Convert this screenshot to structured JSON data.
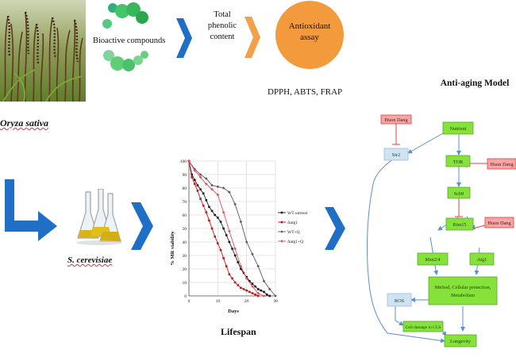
{
  "top_row": {
    "bioactive_label": "Bioactive compounds",
    "phenolic_label": [
      "Total",
      "phenolic",
      "content"
    ],
    "antioxidant_label": [
      "Antioxidant",
      "assay"
    ],
    "assays_label": "DPPH, ABTS, FRAP",
    "plant_label": "Oryza sativa",
    "colors": {
      "blue_chevron": "#1f6fc6",
      "orange_chevron": "#f2a04a",
      "antioxidant_circle": "#f39a3c",
      "bubbles": "#3ec26f"
    }
  },
  "middle_row": {
    "yeast_label": "S. cerevisiae",
    "lifespan_label": "Lifespan"
  },
  "chart_data": {
    "type": "line",
    "ylabel": "% MR viability",
    "xlabel": "Days",
    "xlim": [
      0,
      30
    ],
    "ylim": [
      0,
      100
    ],
    "xticks": [
      0,
      10,
      20,
      30
    ],
    "yticks": [
      0,
      10,
      20,
      30,
      40,
      50,
      60,
      70,
      80,
      90,
      100
    ],
    "grid": true,
    "legend_position": "right",
    "series": [
      {
        "name": "WT untreat",
        "color": "#1a1a1a",
        "marker": "square",
        "x": [
          0,
          1,
          2,
          3,
          4,
          5,
          6,
          7,
          8,
          9,
          10,
          11,
          12,
          13,
          14,
          15,
          16,
          17,
          18,
          19,
          20,
          21,
          22,
          23,
          24,
          25,
          26,
          27,
          28
        ],
        "y": [
          100,
          90,
          86,
          82,
          79,
          76,
          71,
          66,
          63,
          60,
          58,
          55,
          50,
          45,
          40,
          35,
          30,
          25,
          20,
          17,
          14,
          11,
          9,
          7,
          5,
          4,
          3,
          1,
          0
        ]
      },
      {
        "name": "Δatg1",
        "color": "#c0171c",
        "marker": "square",
        "x": [
          0,
          1,
          2,
          3,
          4,
          5,
          6,
          7,
          8,
          9,
          10,
          11,
          12,
          13,
          14,
          15,
          16,
          17,
          18,
          19,
          20,
          21,
          22,
          23,
          24
        ],
        "y": [
          100,
          88,
          83,
          78,
          72,
          67,
          62,
          56,
          50,
          44,
          39,
          34,
          28,
          22,
          16,
          13,
          10,
          8,
          6,
          5,
          4,
          3,
          2,
          1,
          0
        ]
      },
      {
        "name": "WT+Q",
        "color": "#5a5a5a",
        "marker": "diamond",
        "x": [
          0,
          2,
          4,
          6,
          8,
          10,
          12,
          14,
          16,
          18,
          20,
          22,
          24,
          26,
          28,
          30
        ],
        "y": [
          100,
          94,
          90,
          87,
          82,
          81,
          80,
          77,
          68,
          55,
          40,
          31,
          22,
          11,
          5,
          0
        ]
      },
      {
        "name": "Δatg1+Q",
        "color": "#e44b5a",
        "marker": "diamond",
        "x": [
          0,
          2,
          4,
          6,
          8,
          10,
          12,
          14,
          16,
          18,
          20,
          22,
          24,
          26
        ],
        "y": [
          100,
          93,
          88,
          83,
          79,
          75,
          62,
          48,
          35,
          22,
          13,
          7,
          2,
          0
        ]
      }
    ]
  },
  "model": {
    "title": "Anti-aging Model",
    "nutrient": "Nutrient",
    "sir2": "Sir2",
    "tor": "TOR",
    "sch9": "Sch9",
    "rim15": "Rim15",
    "msn": "Msn2/4",
    "atg1": "Atg1",
    "protection": [
      "MnSod, Cellular protection,",
      "Metabolism"
    ],
    "ros": "ROS",
    "damage": "Cell damage in CLS",
    "longevity": "Longevity",
    "huon_dang_1": "Huon Dang",
    "huon_dang_2": "Huon Dang",
    "huon_dang_3": "Huon Dang"
  }
}
